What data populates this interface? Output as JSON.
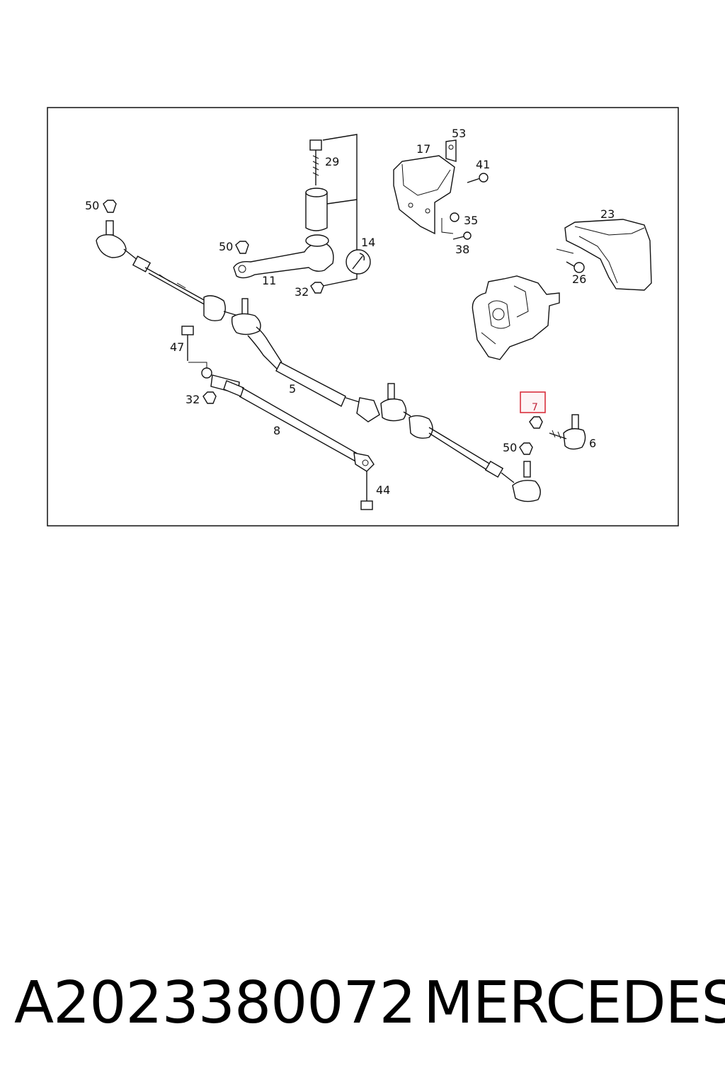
{
  "diagram": {
    "callouts": [
      "50",
      "50",
      "29",
      "14",
      "11",
      "32",
      "17",
      "53",
      "41",
      "35",
      "38",
      "23",
      "26",
      "47",
      "5",
      "32",
      "8",
      "44",
      "7",
      "50",
      "6"
    ],
    "highlight_color": "#d9303e"
  },
  "footer": {
    "part_number": "A2023380072",
    "brand": "MERCEDES"
  }
}
